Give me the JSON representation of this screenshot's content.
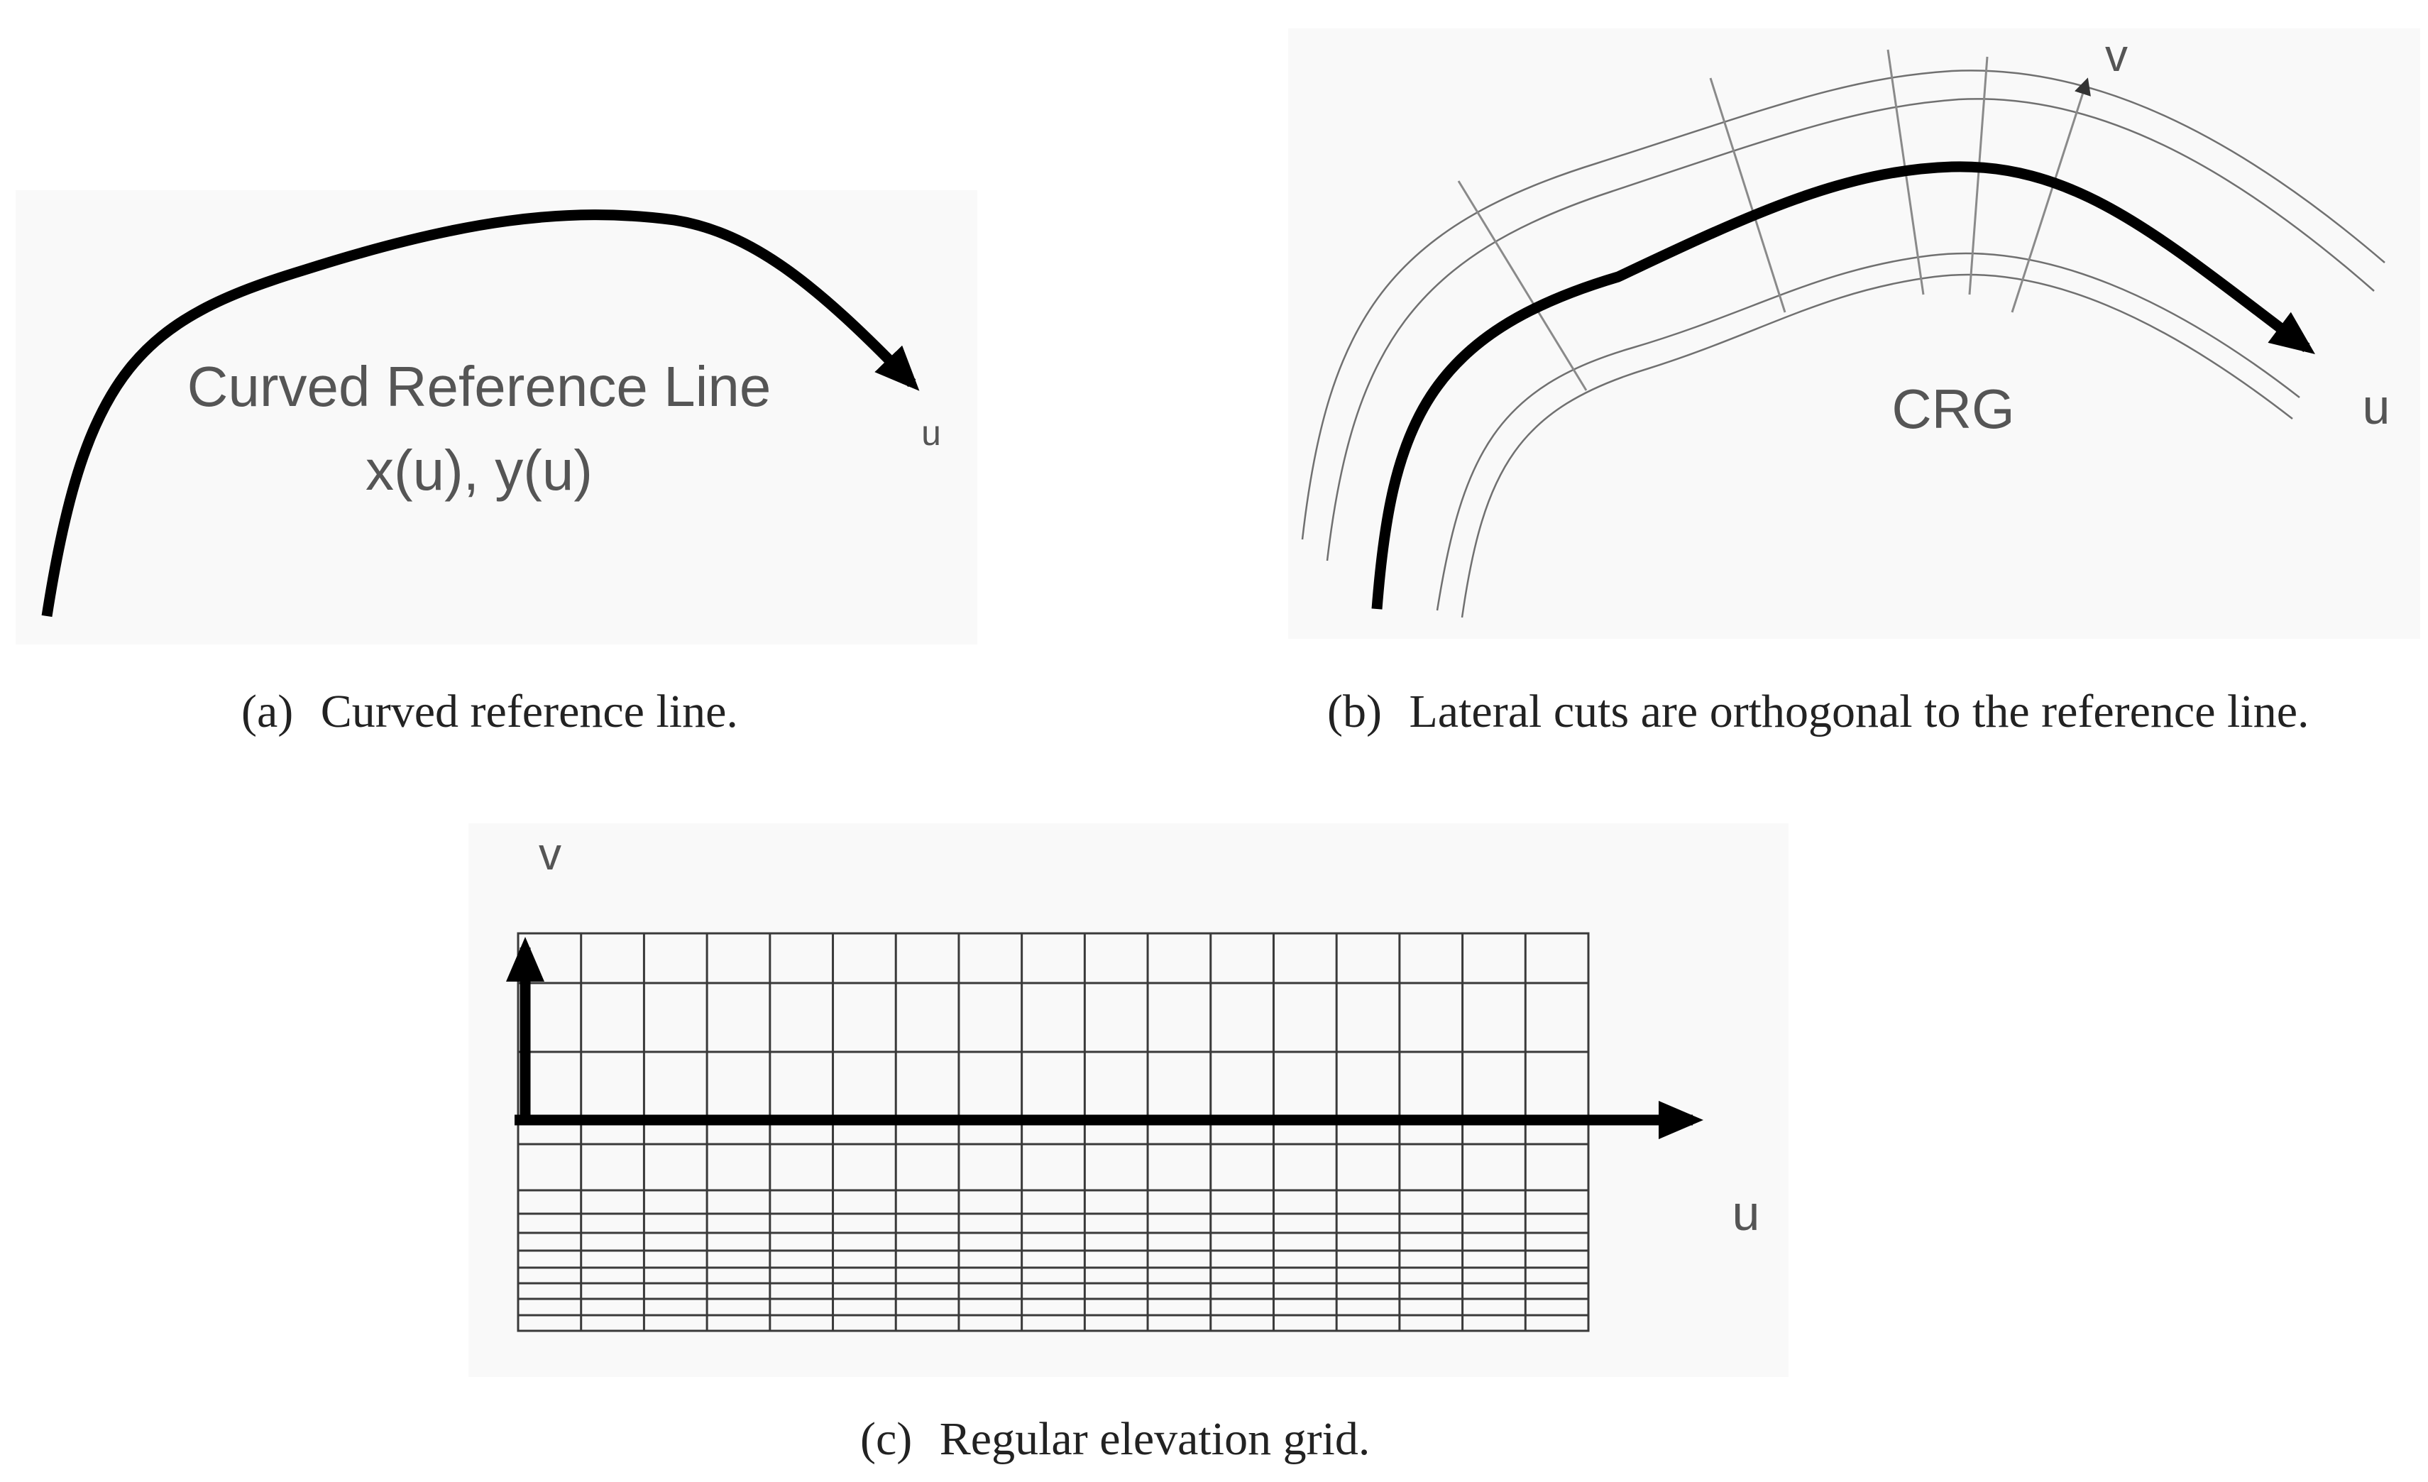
{
  "panel_a": {
    "diagram_label_line1": "Curved Reference Line",
    "diagram_label_line2": "x(u), y(u)",
    "axis_u": "u",
    "caption_tag": "(a)",
    "caption_text": "Curved reference line."
  },
  "panel_b": {
    "axis_v": "v",
    "axis_u": "u",
    "diagram_label": "CRG",
    "caption_tag": "(b)",
    "caption_text": "Lateral cuts are orthogonal to the reference line."
  },
  "panel_c": {
    "axis_v": "v",
    "axis_u": "u",
    "caption_tag": "(c)",
    "caption_text": "Regular elevation grid."
  }
}
